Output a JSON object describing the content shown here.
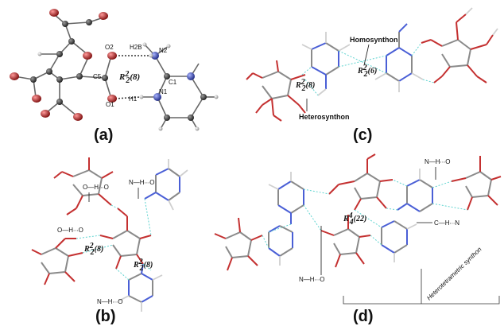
{
  "panels": [
    {
      "id": "a",
      "label": "(a)"
    },
    {
      "id": "b",
      "label": "(b)"
    },
    {
      "id": "c",
      "label": "(c)"
    },
    {
      "id": "d",
      "label": "(d)"
    }
  ],
  "panel_a": {
    "atoms": {
      "o2": "O2",
      "h2b": "H2B",
      "n2": "N2",
      "c5": "C5",
      "c1": "C1",
      "o1": "O1",
      "h1": "H1",
      "n1": "N1"
    },
    "ring_motif": {
      "r": "R",
      "sup": "2",
      "sub": "2",
      "size": "(8)"
    }
  },
  "panel_b": {
    "interactions": {
      "oho_top": "O—H∙∙∙O",
      "nho_top": "N—H∙∙∙O",
      "oho_left": "O—H∙∙∙O",
      "nho_bottom": "N—H∙∙∙O"
    },
    "ring_left": {
      "r": "R",
      "sup": "2",
      "sub": "2",
      "size": "(8)"
    },
    "ring_right": {
      "r": "R",
      "sup": "2",
      "sub": "2",
      "size": "(8)"
    }
  },
  "panel_c": {
    "homosynthon": "Homosynthon",
    "heterosynthon": "Heterosynthon",
    "ring_homo": {
      "r": "R",
      "sup": "2",
      "sub": "2",
      "size": "(6)"
    },
    "ring_hetero": {
      "r": "R",
      "sup": "2",
      "sub": "2",
      "size": "(8)"
    }
  },
  "panel_d": {
    "nho_top": "N—H∙∙∙O",
    "chn": "C—H∙∙∙N",
    "nho_bottom": "N—H∙∙∙O",
    "ring": {
      "r": "R",
      "sup": "4",
      "sub": "4",
      "size": "(22)"
    },
    "synthon": "Heterotetrametric synthon"
  }
}
